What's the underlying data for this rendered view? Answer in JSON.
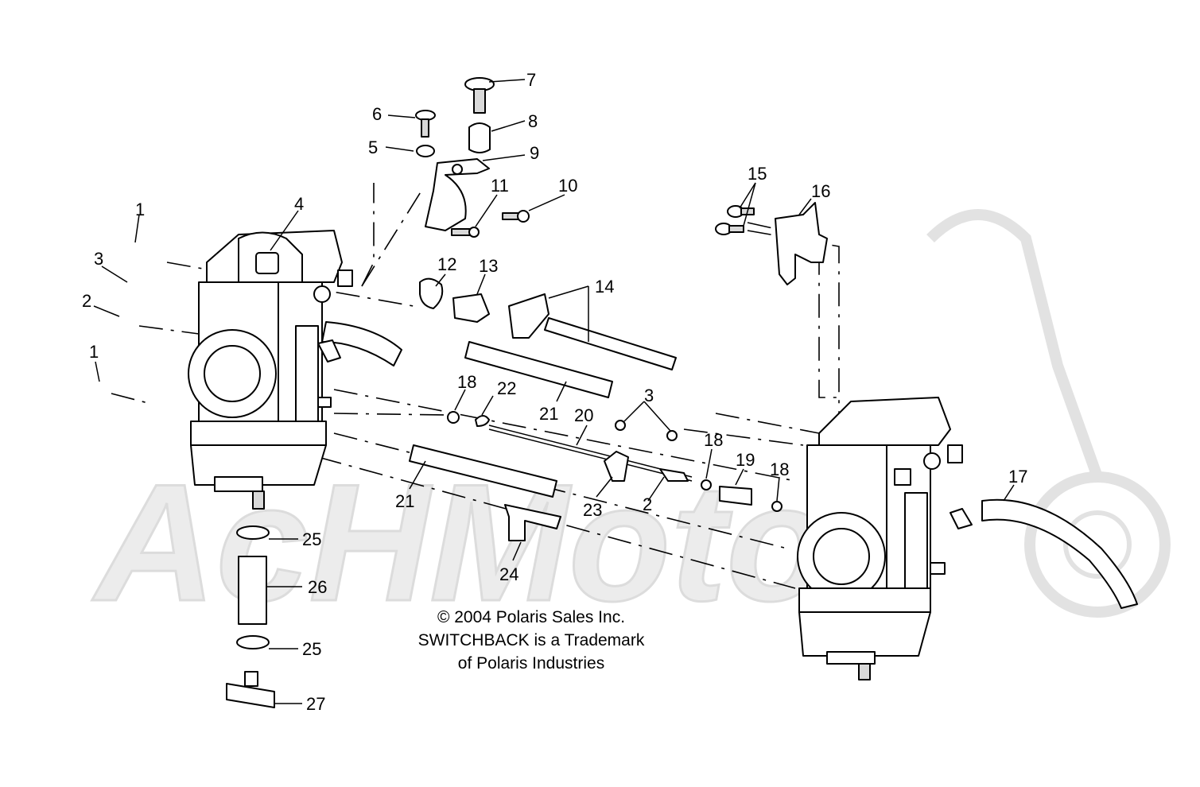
{
  "watermark": {
    "text": "AcHMoto"
  },
  "callouts": [
    {
      "id": "c1a",
      "text": "1"
    },
    {
      "id": "c1b",
      "text": "1"
    },
    {
      "id": "c2a",
      "text": "2"
    },
    {
      "id": "c2b",
      "text": "2"
    },
    {
      "id": "c3a",
      "text": "3"
    },
    {
      "id": "c3b",
      "text": "3"
    },
    {
      "id": "c4",
      "text": "4"
    },
    {
      "id": "c5",
      "text": "5"
    },
    {
      "id": "c6",
      "text": "6"
    },
    {
      "id": "c7",
      "text": "7"
    },
    {
      "id": "c8",
      "text": "8"
    },
    {
      "id": "c9",
      "text": "9"
    },
    {
      "id": "c10",
      "text": "10"
    },
    {
      "id": "c11",
      "text": "11"
    },
    {
      "id": "c12",
      "text": "12"
    },
    {
      "id": "c13",
      "text": "13"
    },
    {
      "id": "c14",
      "text": "14"
    },
    {
      "id": "c15",
      "text": "15"
    },
    {
      "id": "c16",
      "text": "16"
    },
    {
      "id": "c17",
      "text": "17"
    },
    {
      "id": "c18a",
      "text": "18"
    },
    {
      "id": "c18b",
      "text": "18"
    },
    {
      "id": "c18c",
      "text": "18"
    },
    {
      "id": "c19",
      "text": "19"
    },
    {
      "id": "c20",
      "text": "20"
    },
    {
      "id": "c21a",
      "text": "21"
    },
    {
      "id": "c21b",
      "text": "21"
    },
    {
      "id": "c22",
      "text": "22"
    },
    {
      "id": "c23",
      "text": "23"
    },
    {
      "id": "c24",
      "text": "24"
    },
    {
      "id": "c25a",
      "text": "25"
    },
    {
      "id": "c25b",
      "text": "25"
    },
    {
      "id": "c26",
      "text": "26"
    },
    {
      "id": "c27",
      "text": "27"
    }
  ],
  "copyright": {
    "line1": "© 2004 Polaris Sales Inc.",
    "line2": "SWITCHBACK is a Trademark",
    "line3": "of Polaris Industries"
  }
}
